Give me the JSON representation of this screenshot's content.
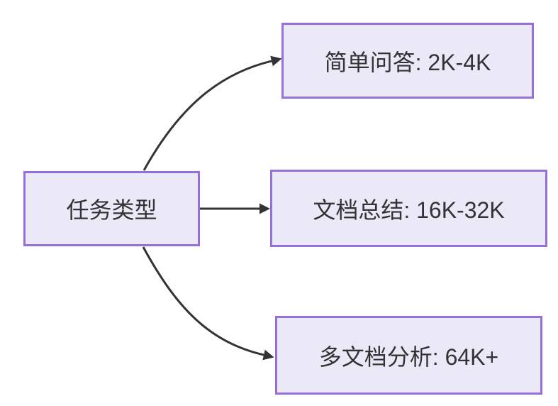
{
  "diagram": {
    "root": {
      "label": "任务类型"
    },
    "branches": [
      {
        "label": "简单问答: 2K-4K"
      },
      {
        "label": "文档总结: 16K-32K"
      },
      {
        "label": "多文档分析: 64K+"
      }
    ],
    "colors": {
      "node_fill": "#EBE9F7",
      "node_border": "#9370DB",
      "text_color": "#333333",
      "edge_color": "#333333"
    }
  }
}
